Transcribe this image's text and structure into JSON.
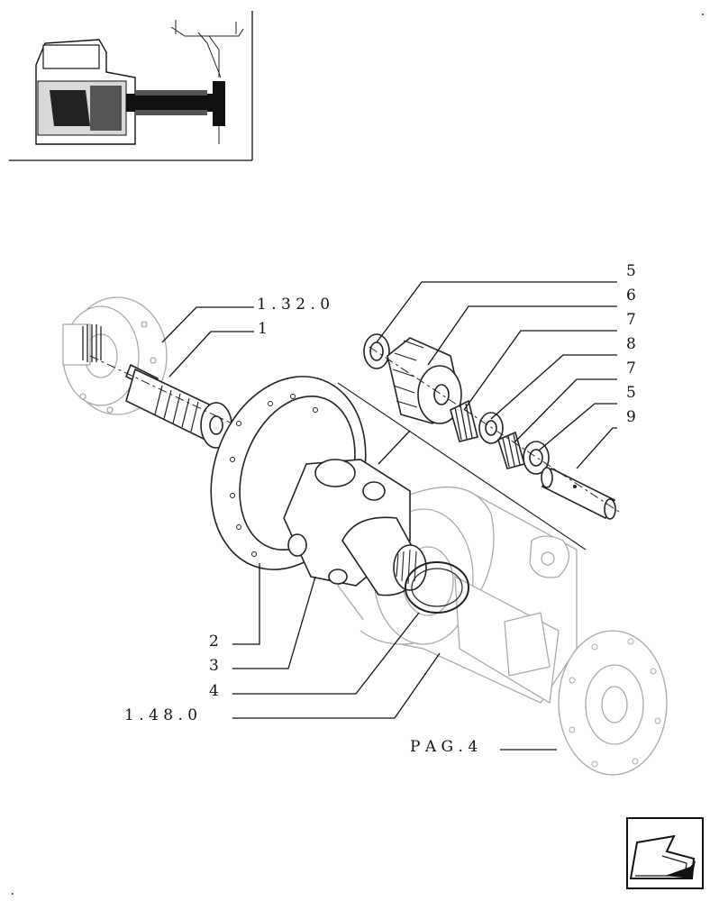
{
  "callouts": {
    "ref_1_32_0": "1 . 3 2 . 0",
    "item_1": "1",
    "item_2": "2",
    "item_3": "3",
    "item_4": "4",
    "ref_1_48_0": "1 . 4 8 . 0",
    "ref_pag_4": "P A G . 4",
    "item_5a": "5",
    "item_6": "6",
    "item_7a": "7",
    "item_8": "8",
    "item_7b": "7",
    "item_5b": "5",
    "item_9": "9"
  },
  "icons": {
    "nav": "back-arrow-icon",
    "thumbnail": "tractor-locator-thumbnail"
  }
}
